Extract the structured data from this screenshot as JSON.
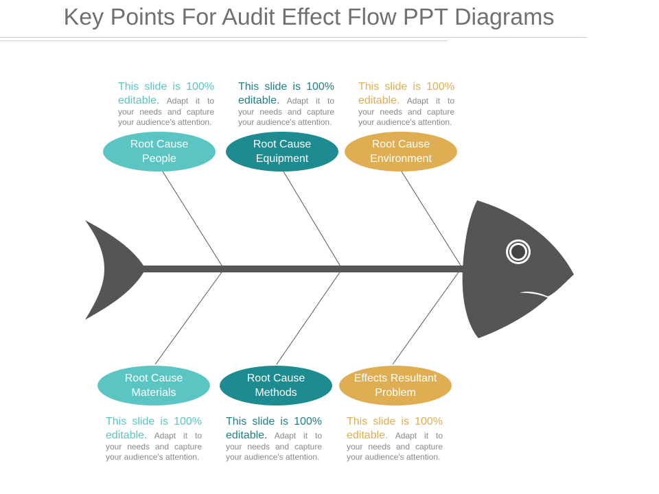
{
  "title": "Key Points For Audit Effect Flow PPT Diagrams",
  "colors": {
    "teal_light": "#5bc5c4",
    "teal_dark": "#1e8b90",
    "gold": "#dfad52",
    "fish": "#555555"
  },
  "note_text": {
    "lead": "This slide is 100% editable.",
    "body": "Adapt it to your needs and capture your audience's attention."
  },
  "causes_top": [
    {
      "line1": "Root Cause",
      "line2": "People"
    },
    {
      "line1": "Root Cause",
      "line2": "Equipment"
    },
    {
      "line1": "Root Cause",
      "line2": "Environment"
    }
  ],
  "causes_bottom": [
    {
      "line1": "Root Cause",
      "line2": "Materials"
    },
    {
      "line1": "Root Cause",
      "line2": "Methods"
    },
    {
      "line1": "Effects Resultant",
      "line2": "Problem"
    }
  ]
}
